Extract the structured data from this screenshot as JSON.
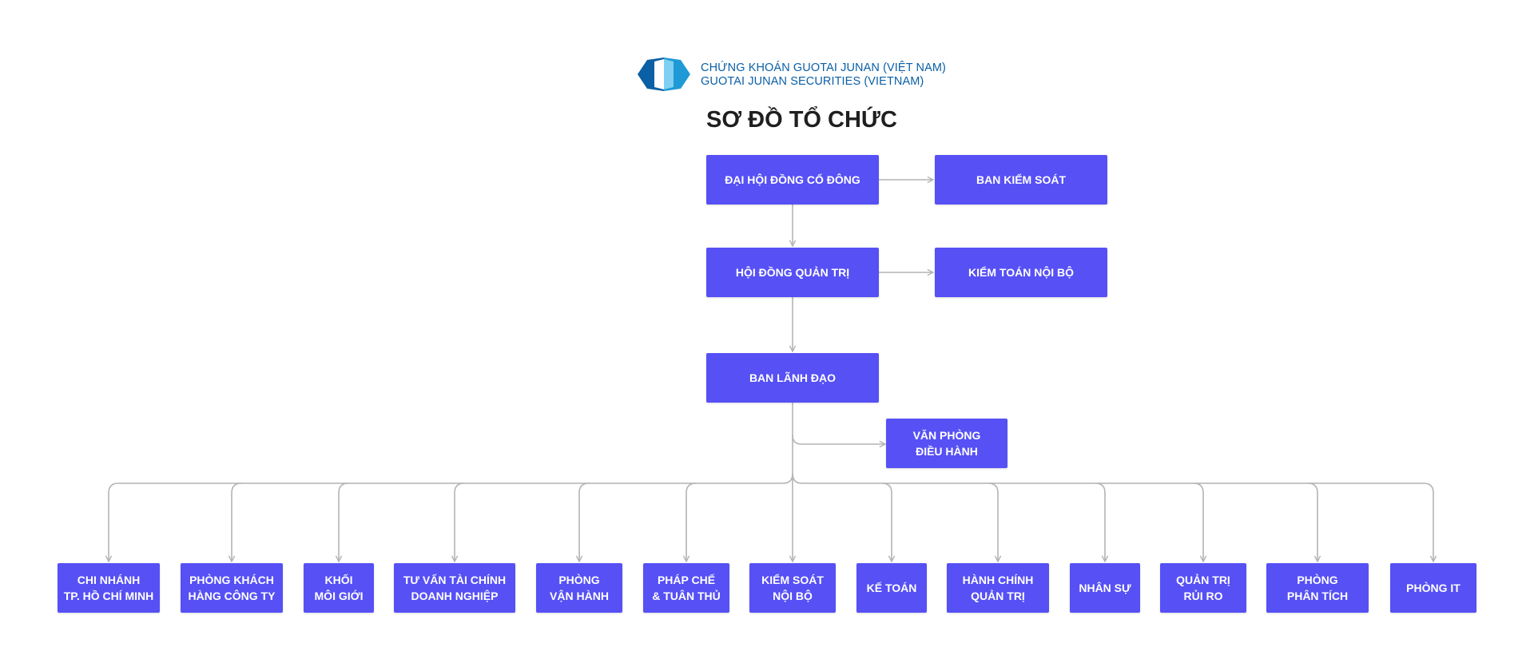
{
  "header": {
    "company_vi": "CHỨNG KHOÁN GUOTAI JUNAN (VIỆT NAM)",
    "company_en": "GUOTAI JUNAN SECURITIES (VIETNAM)",
    "title": "SƠ ĐỒ TỔ CHỨC",
    "logo_colors": [
      "#0b5fa5",
      "#1f9ad6",
      "#7fd0f2"
    ]
  },
  "nodes": {
    "dhdcd": "ĐẠI HỘI ĐỒNG CỔ ĐÔNG",
    "bks": "BAN KIỂM SOÁT",
    "hdqt": "HỘI ĐỒNG QUẢN TRỊ",
    "ktnb": "KIỂM TOÁN NỘI BỘ",
    "bld": "BAN LÃNH ĐẠO",
    "vpdh": "VĂN PHÒNG\nĐIỀU HÀNH"
  },
  "departments": [
    "CHI NHÁNH\nTP. HỒ CHÍ MINH",
    "PHÒNG KHÁCH\nHÀNG CÔNG TY",
    "KHỐI\nMÔI GIỚI",
    "TƯ VẤN TÀI CHÍNH\nDOANH NGHIỆP",
    "PHÒNG\nVẬN HÀNH",
    "PHÁP CHẾ\n& TUÂN THỦ",
    "KIỂM SOÁT\nNỘI BỘ",
    "KẾ TOÁN",
    "HÀNH CHÍNH\nQUẢN TRỊ",
    "NHÂN SỰ",
    "QUẢN TRỊ\nRỦI RO",
    "PHÒNG\nPHÂN TÍCH",
    "PHÒNG IT"
  ],
  "colors": {
    "box": "#5650f5",
    "connector": "#b4b4b4",
    "title": "#1f1f1f"
  }
}
